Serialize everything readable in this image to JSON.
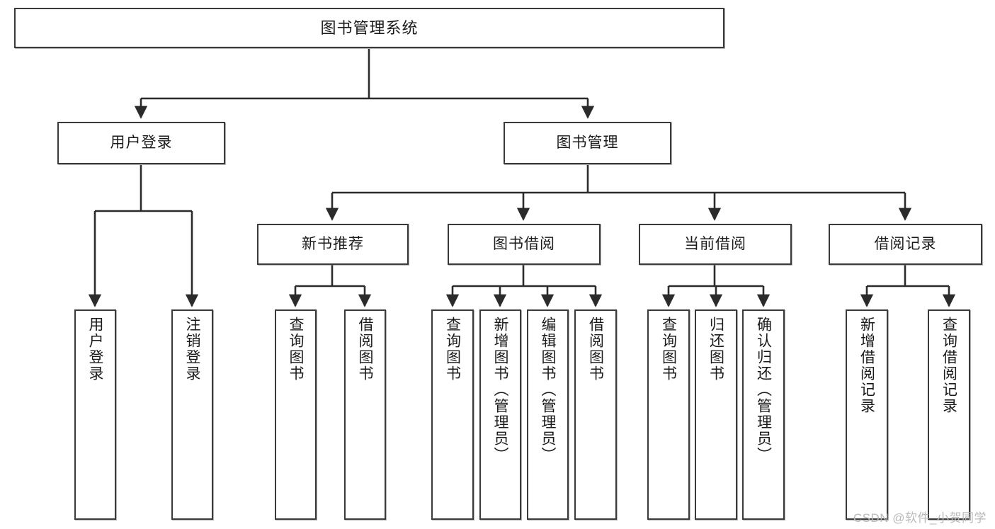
{
  "diagram": {
    "title": "图书管理系统",
    "type": "tree-hierarchy",
    "watermark": "CSDN @软件_小贺同学",
    "colors": {
      "box_border": "#3a3a3a",
      "box_fill": "#ffffff",
      "edge": "#2b2b2b",
      "text": "#1a1a1a",
      "watermark": "#b9b9b9"
    },
    "nodes": {
      "root": {
        "label": "图书管理系统"
      },
      "level2": [
        {
          "label": "用户登录"
        },
        {
          "label": "图书管理"
        }
      ],
      "level3": [
        {
          "label": "新书推荐"
        },
        {
          "label": "图书借阅"
        },
        {
          "label": "当前借阅"
        },
        {
          "label": "借阅记录"
        }
      ],
      "leaves": {
        "user_login": [
          {
            "label": "用户登录"
          },
          {
            "label": "注销登录"
          }
        ],
        "new_book_recommend": [
          {
            "label": "查询图书"
          },
          {
            "label": "借阅图书"
          }
        ],
        "book_borrow": [
          {
            "label": "查询图书"
          },
          {
            "label": "新增图书（管理员）"
          },
          {
            "label": "编辑图书（管理员）"
          },
          {
            "label": "借阅图书"
          }
        ],
        "current_borrow": [
          {
            "label": "查询图书"
          },
          {
            "label": "归还图书"
          },
          {
            "label": "确认归还（管理员）"
          }
        ],
        "borrow_record": [
          {
            "label": "新增借阅记录"
          },
          {
            "label": "查询借阅记录"
          }
        ]
      }
    }
  }
}
